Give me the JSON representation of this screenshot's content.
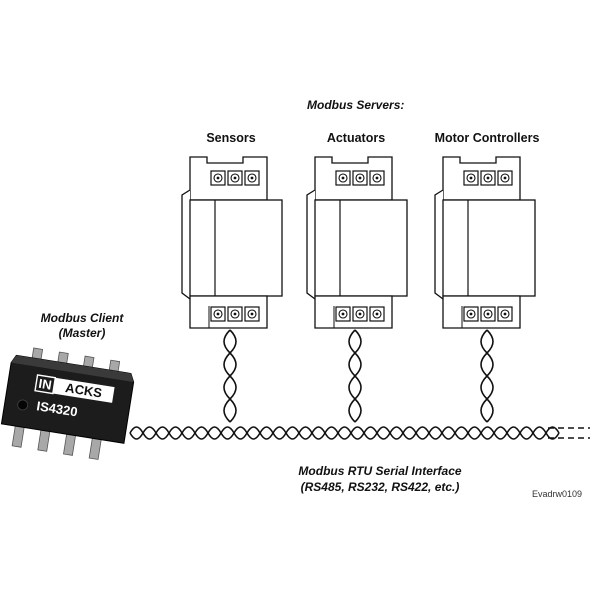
{
  "servers_heading": "Modbus Servers:",
  "servers": [
    {
      "label": "Sensors"
    },
    {
      "label": "Actuators"
    },
    {
      "label": "Motor Controllers"
    }
  ],
  "client": {
    "line1": "Modbus Client",
    "line2": "(Master)"
  },
  "chip": {
    "brand_in": "IN",
    "brand_acks": "ACKS",
    "part_number": "IS4320",
    "logo": "inacks-logo"
  },
  "bus": {
    "line1": "Modbus RTU Serial Interface",
    "line2": "(RS485, RS232, RS422, etc.)"
  },
  "drawing_ref": "Evadrw0109",
  "colors": {
    "ink": "#111111",
    "chip_body": "#1c1c1c",
    "chip_pins": "#a8a8a8",
    "device_fill": "#ffffff"
  }
}
